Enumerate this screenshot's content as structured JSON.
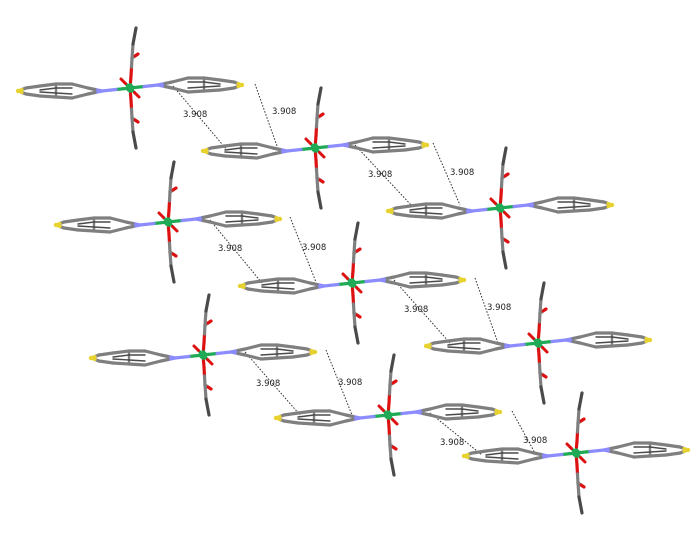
{
  "figure": {
    "contact_label": "3.908"
  },
  "colors": {
    "carbon": "#7f7f7f",
    "carbon_dark": "#4a4a4a",
    "nitrogen": "#8c8cff",
    "sulfur": "#e8d230",
    "oxygen": "#dd1111",
    "metal": "#1faa55",
    "contact_line": "#333333",
    "background": "#ffffff"
  },
  "atoms": [
    "C",
    "N",
    "S",
    "O",
    "metal"
  ]
}
